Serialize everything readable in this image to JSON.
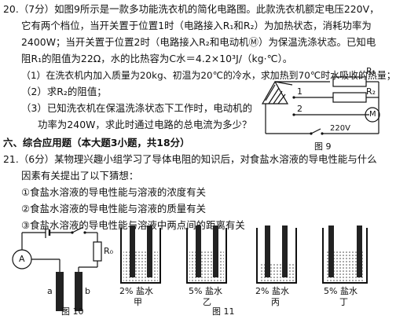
{
  "q20": {
    "lines": [
      "20.（7分）如图9所示是一款多功能洗衣机的简化电路图。此款洗衣机额定电压220V，",
      "它有两个档位，当开关置于位置1时（电路接入R₁和R₂）为加热状态，消耗功率为",
      "2400W；当开关置于位置2时（电路接入R₂和电动机Ⓜ）为保温洗涤状态。已知电",
      "阻R₁的阻值为22Ω，水的比热容为C水＝4.2×10³J/（kg·℃）。",
      "（1）在洗衣机内加入质量为20kg、初温为20℃的冷水，求加热到70℃时水吸收的热量；",
      "（2）求R₂的阻值；",
      "（3）已知洗衣机在保温洗涤状态下工作时，电动机的",
      "功率为240W，求此时通过电路的总电流为多少？"
    ],
    "figure": {
      "label_r1": "R₁",
      "label_r2": "R₂",
      "label_pos1": "1",
      "label_pos2": "2",
      "label_motor": "M",
      "label_voltage": "220V",
      "caption": "图 9"
    }
  },
  "section6": {
    "title": "六、综合应用题（本大题3小题，共18分）"
  },
  "q21": {
    "lines": [
      "21.（6分）某物理兴趣小组学习了导体电阻的知识后，对食盐水溶液的导电性能与什么",
      "因素有关提出了以下猜想：",
      "①食盐水溶液的导电性能与溶液的浓度有关",
      "②食盐水溶液的导电性能与溶液的质量有关",
      "③食盐水溶液的导电性能与溶液中两点间的距离有关"
    ],
    "fig10": {
      "label_ammeter": "A",
      "label_r0": "R₀",
      "label_a": "a",
      "label_b": "b",
      "caption": "图 10"
    },
    "fig11": {
      "beakers": [
        {
          "label": "2%  盐水",
          "name": "甲"
        },
        {
          "label": "5%  盐水",
          "name": "乙"
        },
        {
          "label": "2%  盐水",
          "name": "丙"
        },
        {
          "label": "5%  盐水",
          "name": "丁"
        }
      ],
      "caption": "图 11"
    }
  }
}
